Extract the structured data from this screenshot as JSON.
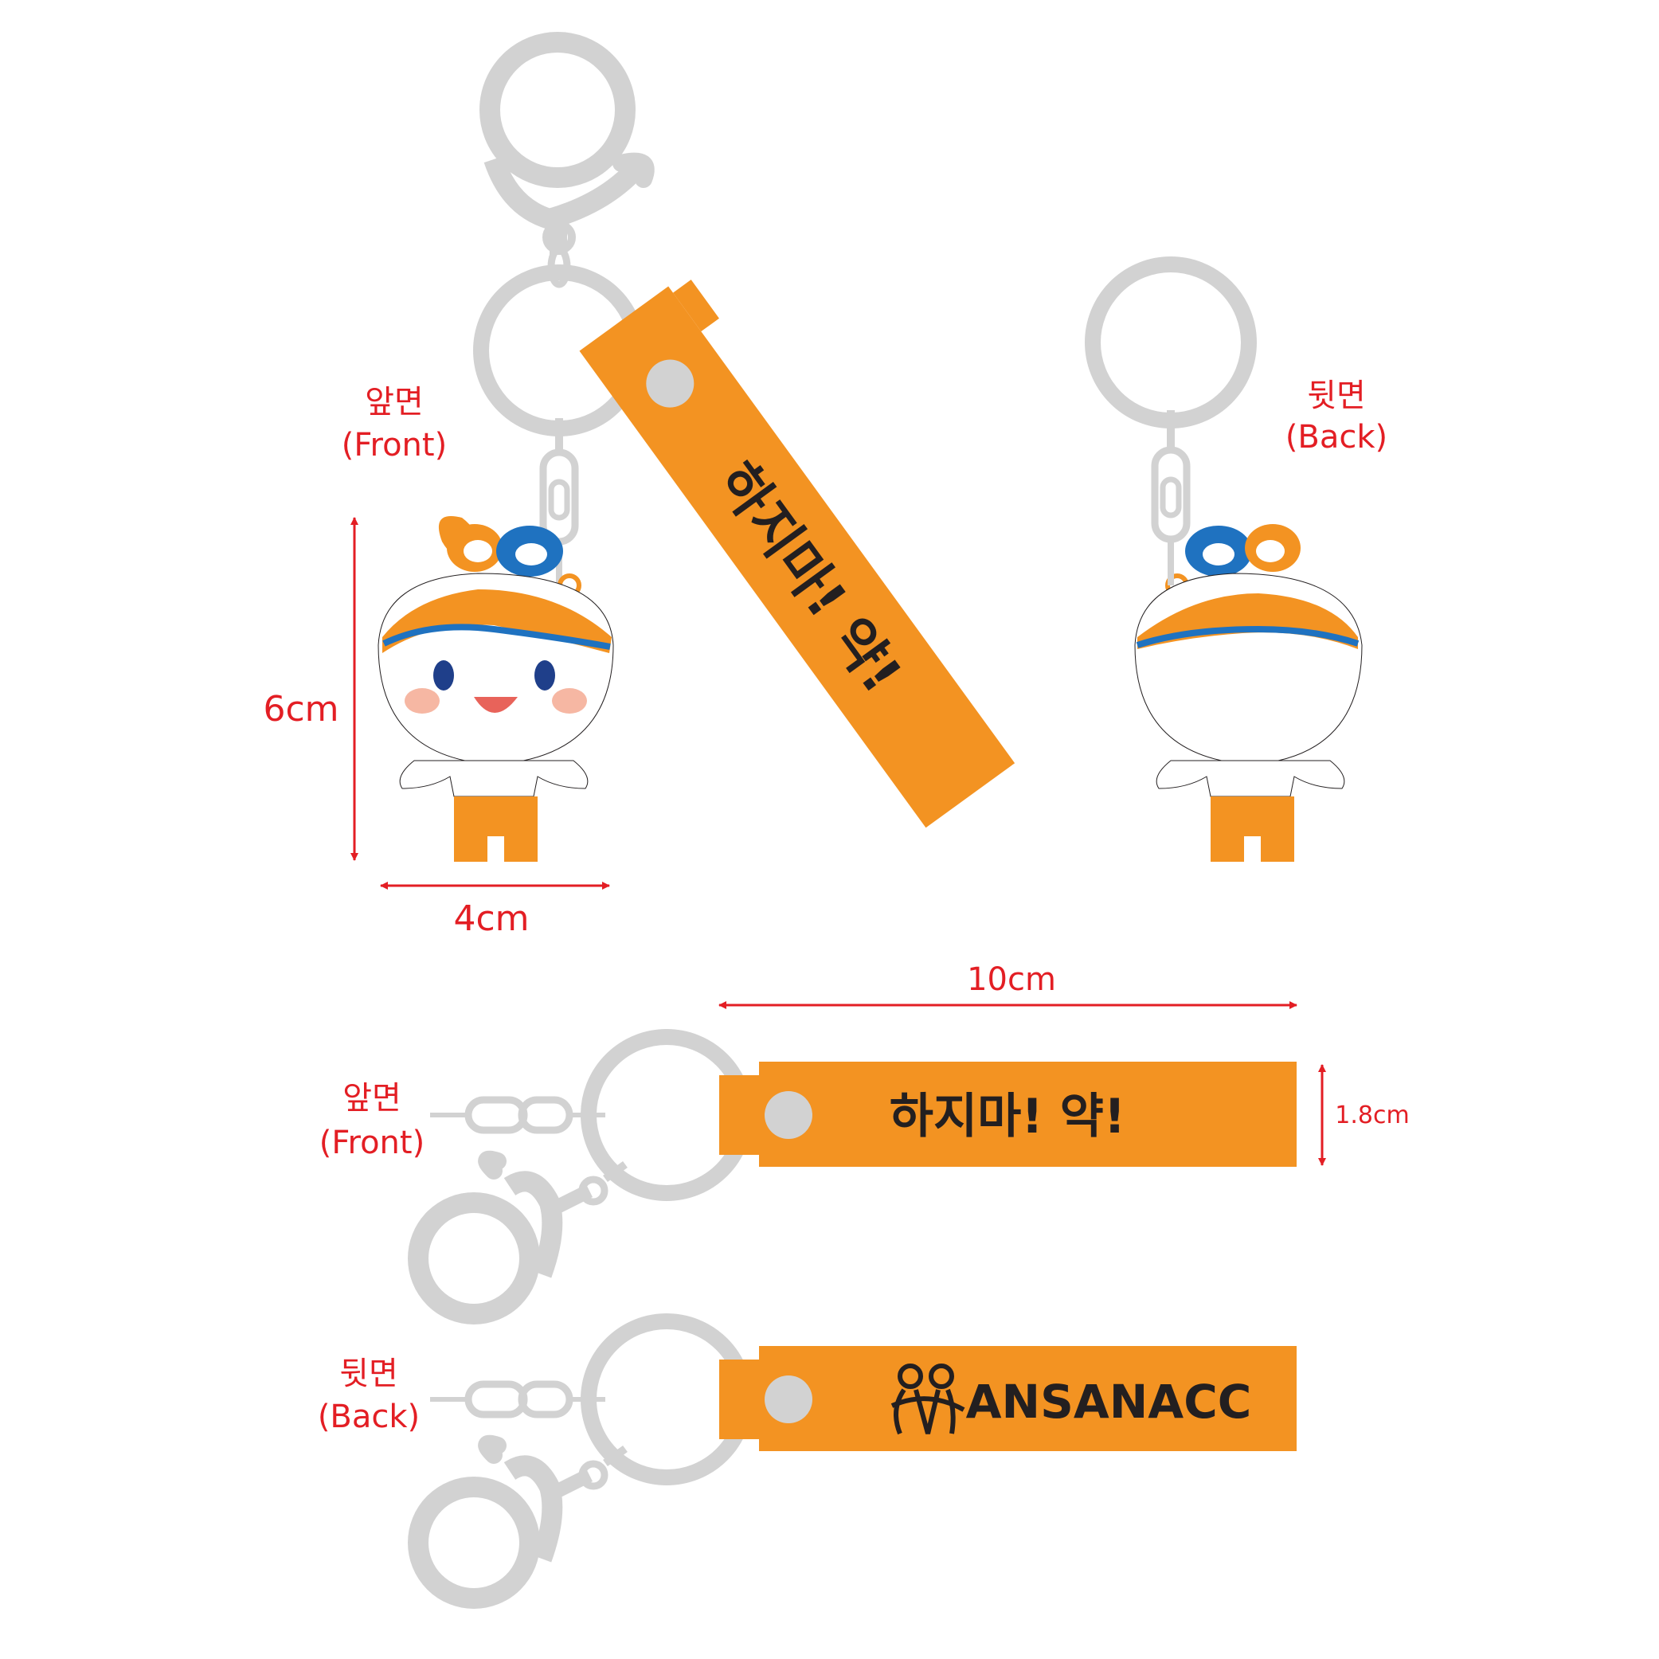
{
  "colors": {
    "strap_orange": "#f39322",
    "hardware_gray": "#d2d2d2",
    "dimension_red": "#e31e24",
    "text_dark": "#231f20",
    "mascot_blue": "#1f72c0",
    "mascot_orange": "#f39322",
    "cheek_pink": "#f6b7a3"
  },
  "top_section": {
    "front_label_ko": "앞면",
    "front_label_en": "(Front)",
    "back_label_ko": "뒷면",
    "back_label_en": "(Back)",
    "height_dim": "6cm",
    "width_dim": "4cm",
    "strap_text": "하지마! 약!"
  },
  "bottom_section": {
    "length_dim": "10cm",
    "strap_height_dim": "1.8cm",
    "front_label_ko": "앞면",
    "front_label_en": "(Front)",
    "back_label_ko": "뒷면",
    "back_label_en": "(Back)",
    "front_strap_text": "하지마! 약!",
    "back_strap_text": "ANSANACC"
  },
  "icons": [
    "keyring-icon",
    "lobster-clasp-icon",
    "swivel-clip-icon",
    "mascot-figure",
    "ansanacc-logo-icon",
    "grommet-icon"
  ]
}
